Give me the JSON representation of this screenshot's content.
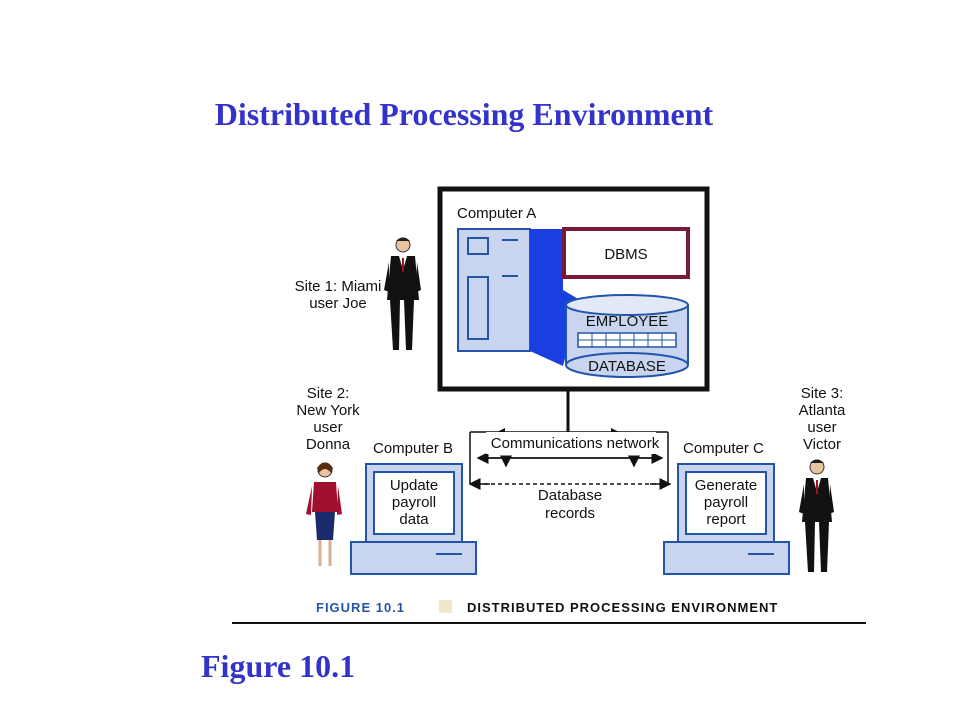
{
  "slide": {
    "title": "Distributed Processing Environment",
    "caption": "Figure 10.1"
  },
  "diagram": {
    "computer_a_label": "Computer A",
    "dbms_label": "DBMS",
    "db_top_label": "EMPLOYEE",
    "db_bottom_label": "DATABASE",
    "site1_lines": [
      "Site 1: Miami",
      "user Joe"
    ],
    "site2_lines": [
      "Site 2:",
      "New York",
      "user",
      "Donna"
    ],
    "site3_lines": [
      "Site 3:",
      "Atlanta",
      "user",
      "Victor"
    ],
    "computer_b_label": "Computer B",
    "computer_c_label": "Computer C",
    "network_label": "Communications network",
    "computer_b_screen_lines": [
      "Update",
      "payroll",
      "data"
    ],
    "computer_c_screen_lines": [
      "Generate",
      "payroll",
      "report"
    ],
    "records_lines": [
      "Database",
      "records"
    ],
    "figure_number": "FIGURE 10.1",
    "figure_title": "DISTRIBUTED PROCESSING ENVIRONMENT",
    "colors": {
      "title": "#3333cc",
      "monitor_fill": "#c9d5ee",
      "monitor_stroke": "#2255aa",
      "accent_blue": "#1a3fe0",
      "dbms_border": "#7a1a3a",
      "figure_number": "#2255aa"
    }
  }
}
